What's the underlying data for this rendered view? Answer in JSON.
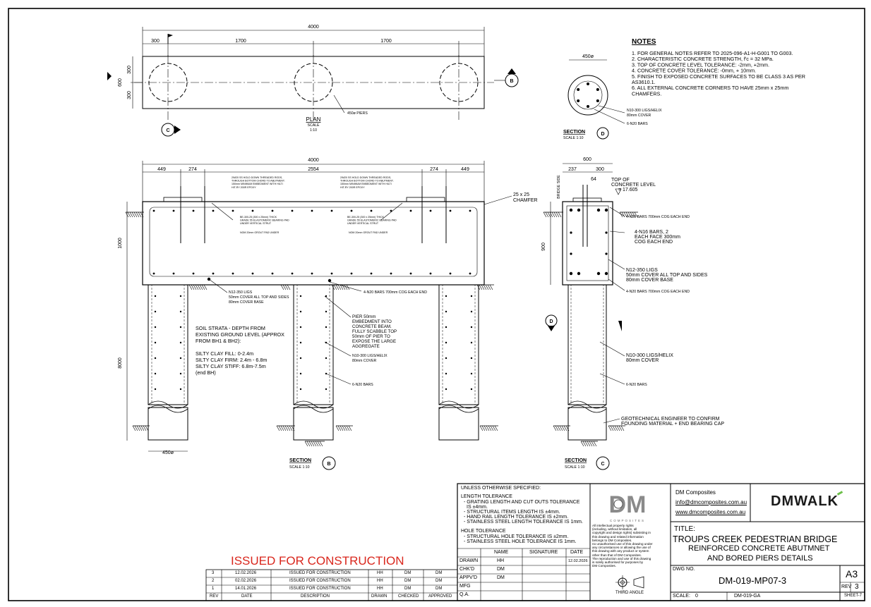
{
  "status": {
    "issued": "ISSUED FOR CONSTRUCTION",
    "color": "#d9261c"
  },
  "plan": {
    "overall_dim": "4000",
    "dims": [
      "300",
      "1700",
      "1700"
    ],
    "side_dims": [
      "600",
      "300",
      "300"
    ],
    "label": "PLAN",
    "scale_word": "SCALE",
    "scale": "1:10",
    "pier_note": "450ø PIERS",
    "cut_c": "C",
    "cut_b": "B"
  },
  "notes": {
    "heading": "NOTES",
    "lines": [
      "1. FOR GENERAL NOTES REFER TO 2025-096-A1-H-G001 TO G003.",
      "2. CHARACTERISTIC CONCRETE STRENGTH, f'c = 32 MPa.",
      "3. TOP OF CONCRETE LEVEL TOLERANCE: -2mm, +2mm.",
      "4. CONCRETE COVER TOLERANCE: -0mm, + 10mm.",
      "5. FINISH TO EXPOSED CONCRETE SURFACES TO BE CLASS 3 AS PER",
      "AS3610.1.",
      "6. ALL EXTERNAL CONCRETE CORNERS TO HAVE 25mm x 25mm",
      "CHAMFERS."
    ]
  },
  "section_d": {
    "dim": "450ø",
    "note1a": "N10-300 LIGS/HELIX",
    "note1b": "80mm COVER",
    "note2": "6-N20 BARS",
    "label": "SECTION",
    "letter": "D",
    "scale": "SCALE 1:10"
  },
  "section_b": {
    "overall_dim": "4000",
    "dims": [
      "449",
      "274",
      "2554",
      "274",
      "449"
    ],
    "height_dim": "1000",
    "pier_dim": "8000",
    "width_dim": "450ø",
    "chamfer_a": "25 x 25",
    "chamfer_b": "CHAMFER",
    "rod_note": [
      "2/M20 SS HOLD DOWN THREADED RODS,",
      "THROUGH BOTTOM CHORD TO ABUTMENT.",
      "150mm MINIMUM EMBEDMENT WITH HILTI",
      "HIT-RY 200R EPOXY"
    ],
    "pad_note": [
      "BE-300-25 (300 x 25mm) THICK",
      "GRADE 55 ELASTOMERIC BEARING PAD",
      "UNDER VERTICAL STRUT"
    ],
    "grout_note": "NOM 20mm GROUT PAD UNDER",
    "ligs_a": "N12-350 LIGS",
    "ligs_b": "50mm COVER ALL TOP AND SIDES",
    "ligs_c": "80mm COVER BASE",
    "bars_note": "4-N20 BARS 700mm COG EACH END",
    "pier_emb": [
      "PIER 50mm",
      "EMBEDMENT INTO",
      "CONCRETE BEAM.",
      "FULLY SCABBLE TOP",
      "50mm OF PIER TO",
      "EXPOSE THE LARGE",
      "AGGREGATE"
    ],
    "helix_a": "N10-300 LIGS/HELIX",
    "helix_b": "80mm COVER",
    "bars6": "6-N20 BARS",
    "soil": [
      "SOIL STRATA - DEPTH FROM",
      "EXISTING GROUND LEVEL (APPROX",
      "FROM BH1 & BH2):",
      "",
      "SILTY CLAY FILL:     0-2.4m",
      "SILTY CLAY FIRM:   2.4m - 6.8m",
      "SILTY CLAY STIFF:  6.8m-7.5m",
      "(end BH)"
    ],
    "label": "SECTION",
    "letter": "B",
    "scale": "SCALE 1:10"
  },
  "section_c": {
    "width_dim": "600",
    "dims": [
      "237",
      "300"
    ],
    "small_dim": "64",
    "height_dim": "900",
    "bridge_side": "BRIDGE SIDE",
    "top_level": [
      "TOP OF",
      "CONCRETE LEVEL",
      "= 17.605"
    ],
    "n1": "4-N20 BARS 700mm COG EACH END",
    "n2": [
      "4-N16 BARS, 2",
      "EACH FACE 300mm",
      "COG EACH END"
    ],
    "n3": [
      "N12-350 LIGS",
      "50mm COVER ALL TOP AND SIDES",
      "80mm COVER BASE"
    ],
    "n4": "4-N20 BARS 700mm COG EACH END",
    "n5": [
      "N10-300 LIGS/HELIX",
      "80mm COVER"
    ],
    "n6": "6-N20 BARS",
    "n7": [
      "GEOTECHNICAL ENGINEER TO CONFIRM",
      "FOUNDING MATERIAL + END BEARING CAP"
    ],
    "cut_d": "D",
    "label": "SECTION",
    "letter": "C",
    "scale": "SCALE 1:10"
  },
  "tolerances": {
    "heading": "UNLESS OTHERWISE SPECIFIED:",
    "length_h": "LENGTH TOLERANCE",
    "l1": "- GRATING LENGTH AND CUT OUTS TOLERANCE",
    "l1b": "IS ±4mm.",
    "l2": "- STRUCTURAL ITEMS LENGTH IS ±4mm.",
    "l3": "- HAND RAIL LENGTH TOLERANCE IS ±2mm.",
    "l4": "- STAINLESS STEEL LENGTH TOLERANCE IS 1mm.",
    "hole_h": "HOLE TOLERANCE",
    "h1": "- STRUCTURAL HOLE TOLERANCE IS ±2mm.",
    "h2": "- STAINLESS STEEL HOLE TOLERANCE IS 1mm."
  },
  "signoff": {
    "headers": [
      "NAME",
      "SIGNATURE",
      "DATE"
    ],
    "rows": [
      {
        "role": "DRAWN",
        "name": "HH",
        "date": "12.02.2026"
      },
      {
        "role": "CHK'D",
        "name": "DM",
        "date": ""
      },
      {
        "role": "APPV'D",
        "name": "DM",
        "date": ""
      },
      {
        "role": "MFG",
        "name": "",
        "date": ""
      },
      {
        "role": "Q.A.",
        "name": "",
        "date": ""
      }
    ]
  },
  "revisions": {
    "headers": [
      "REV",
      "DATE",
      "DESCRIPTION",
      "DRAWN",
      "CHECKED",
      "APPROVED"
    ],
    "rows": [
      [
        "3",
        "12.02.2026",
        "ISSUED FOR CONSTRUCTION",
        "HH",
        "DM",
        "DM"
      ],
      [
        "2",
        "02.02.2026",
        "ISSUED FOR CONSTRUCTION",
        "HH",
        "DM",
        "DM"
      ],
      [
        "1",
        "14.01.2026",
        "ISSUED FOR CONSTRUCTION",
        "HH",
        "DM",
        "DM"
      ]
    ]
  },
  "company": {
    "logo_text": "DM",
    "logo_sub": "COMPOSITES",
    "name": "DM Composites",
    "email": "info@dmcomposites.com.au",
    "web": "www.dmcomposites.com.au",
    "brand": "DMWALK",
    "brand_color": "#1a1a1a",
    "brand_accent": "#6cc04a",
    "copyright": [
      "All intellectual property rights",
      "(including, without limitation, all",
      "copyright and design rights) subsisting in",
      "this drawing and related information",
      "belongs to DM Composites.",
      "no unauthorised use of this drawing under",
      "any circumstances or allowing the use of",
      "this drawing with any product or system",
      "other than that of DM Composites.",
      "The reproduction and use of this drawing",
      "is solely authorised for purposes by",
      "DM Composites."
    ],
    "angle": "THIRD ANGLE"
  },
  "title": {
    "label": "TITLE:",
    "line1": "TROUPS CREEK PEDESTRIAN BRIDGE",
    "line2": "REINFORCED CONCRETE ABUTMNET",
    "line3": "AND BORED PIERS DETAILS",
    "dwg_label": "DWG NO.",
    "dwg_no": "DM-019-MP07-3",
    "size": "A3",
    "rev_label": "REV",
    "rev": "3",
    "scale_label": "SCALE:",
    "scale": "0",
    "ga": "DM-019-GA",
    "sheet": "SHEET-7"
  }
}
